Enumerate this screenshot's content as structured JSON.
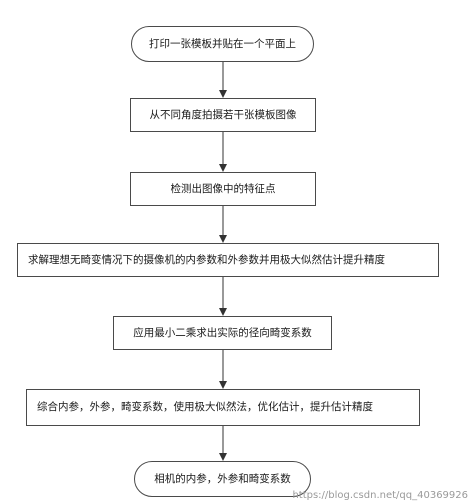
{
  "diagram": {
    "steps": [
      {
        "id": "s1",
        "shape": "rounded",
        "label": "打印一张模板并贴在一个平面上"
      },
      {
        "id": "s2",
        "shape": "rect",
        "label": "从不同角度拍摄若干张模板图像"
      },
      {
        "id": "s3",
        "shape": "rect",
        "label": "检测出图像中的特征点"
      },
      {
        "id": "s4",
        "shape": "rect",
        "label": "求解理想无畸变情况下的摄像机的内参数和外参数并用极大似然估计提升精度"
      },
      {
        "id": "s5",
        "shape": "rect",
        "label": "应用最小二乘求出实际的径向畸变系数"
      },
      {
        "id": "s6",
        "shape": "rect",
        "label": "综合内参，外参，畸变系数，使用极大似然法，优化估计，提升估计精度"
      },
      {
        "id": "s7",
        "shape": "rounded",
        "label": "相机的内参，外参和畸变系数"
      }
    ],
    "edges": [
      {
        "from": "s1",
        "to": "s2"
      },
      {
        "from": "s2",
        "to": "s3"
      },
      {
        "from": "s3",
        "to": "s4"
      },
      {
        "from": "s4",
        "to": "s5"
      },
      {
        "from": "s5",
        "to": "s6"
      },
      {
        "from": "s6",
        "to": "s7"
      }
    ],
    "colors": {
      "border": "#4a4a4a",
      "arrow": "#333333",
      "text": "#1a1a1a",
      "watermark": "#9a9a9a"
    }
  },
  "watermark": "https://blog.csdn.net/qq_40369926"
}
